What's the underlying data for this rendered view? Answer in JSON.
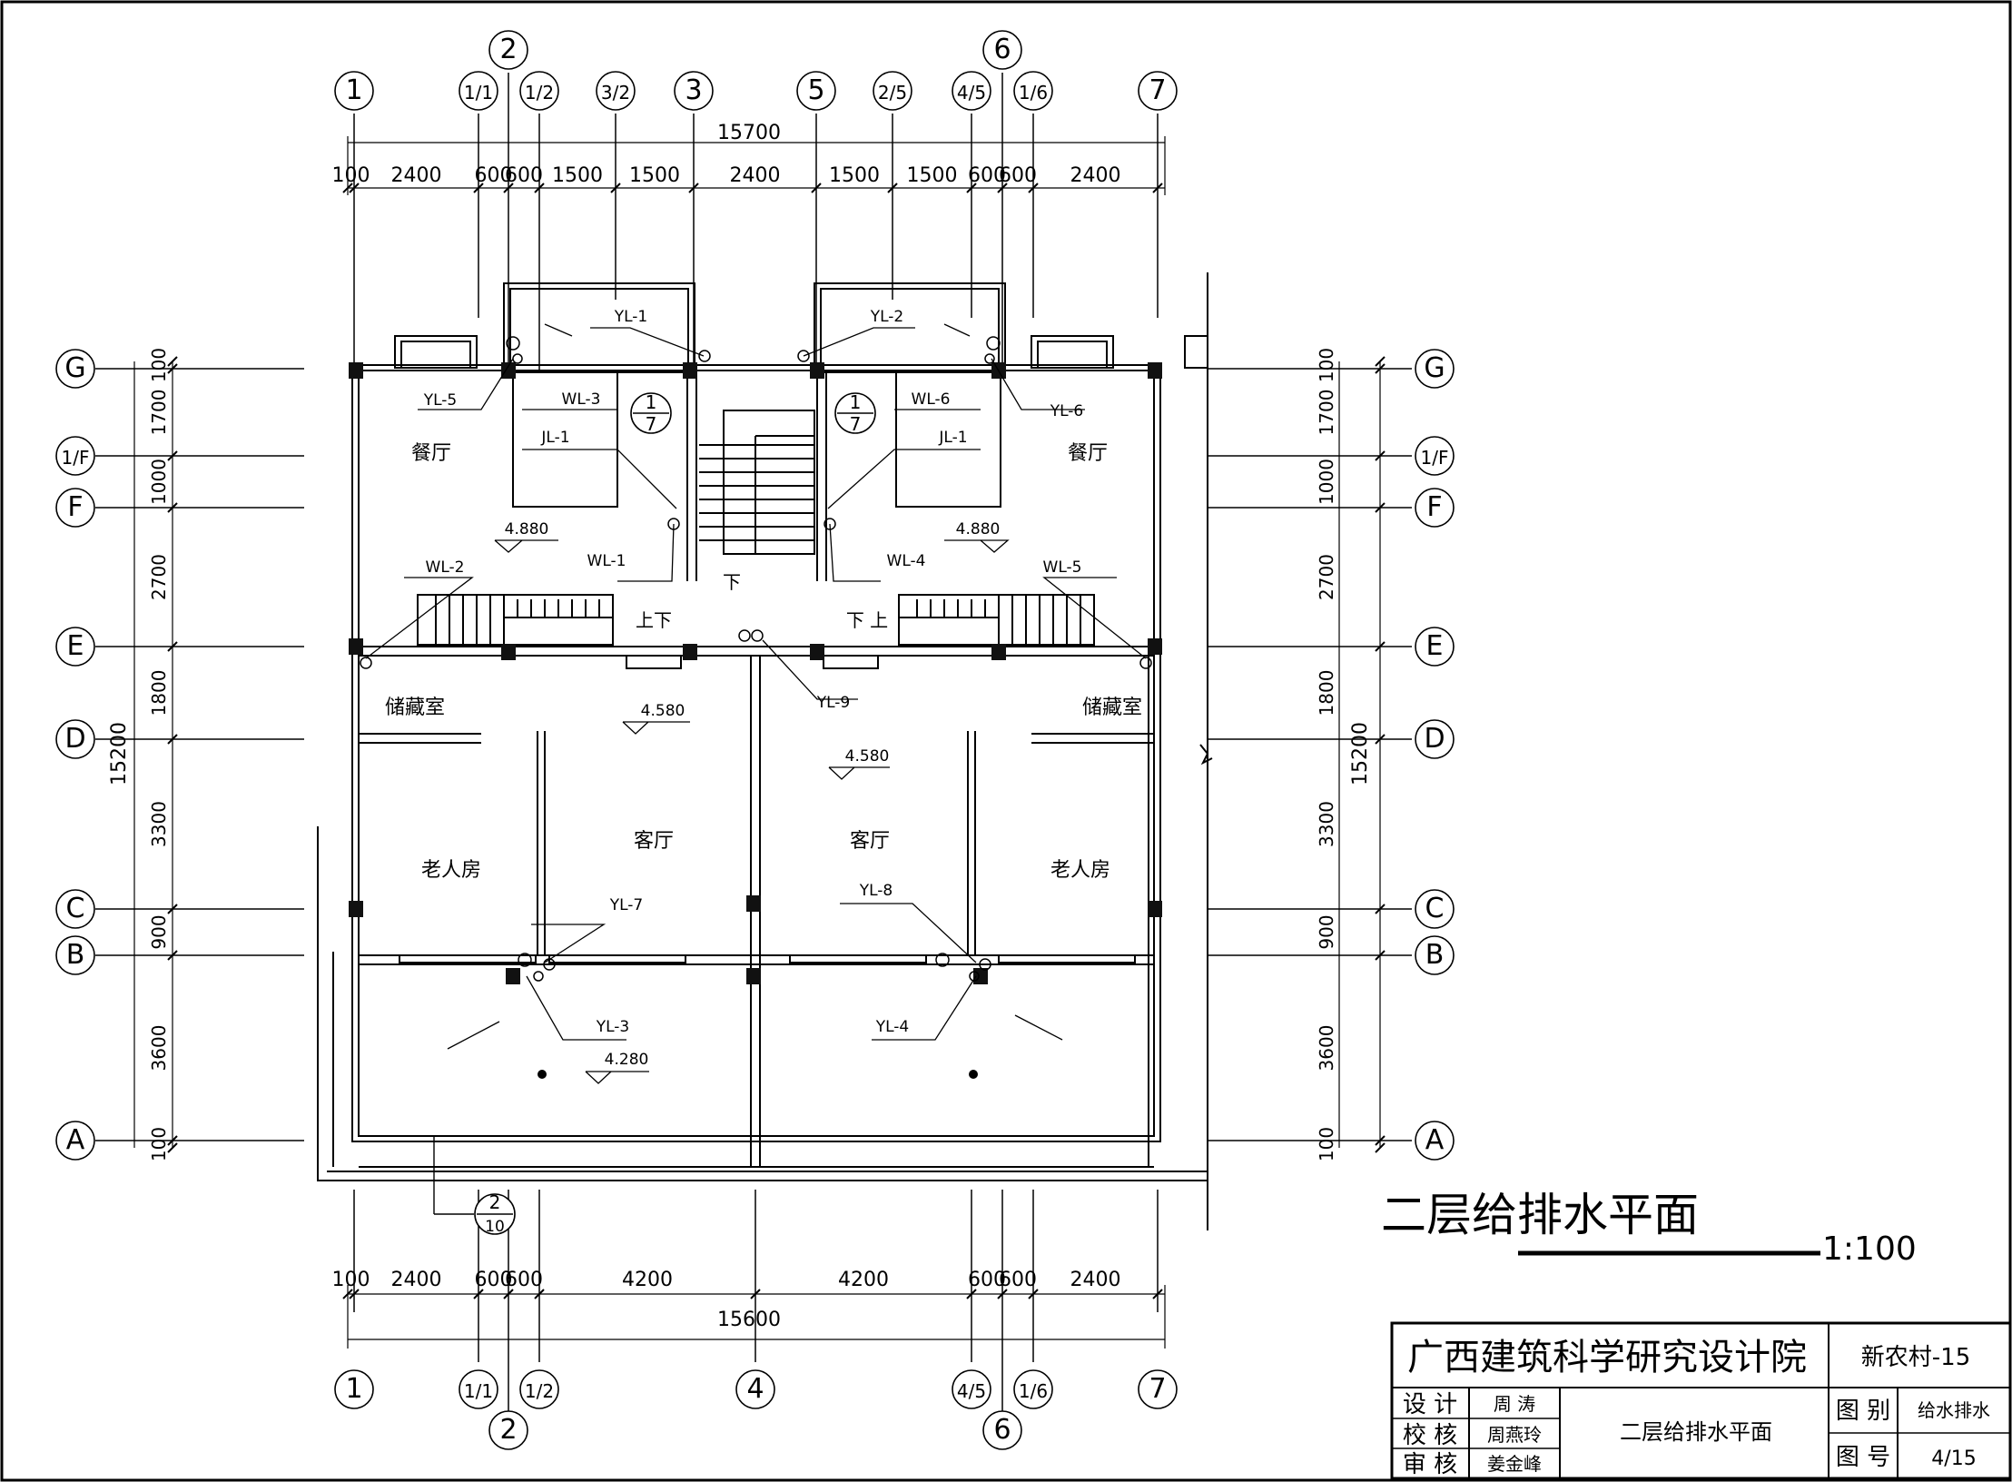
{
  "drawing": {
    "title": "二层给排水平面",
    "scale": "1:100"
  },
  "axes": {
    "top": [
      "1",
      "1/1",
      "2",
      "1/2",
      "3/2",
      "3",
      "5",
      "2/5",
      "6",
      "4/5",
      "1/6",
      "7"
    ],
    "bottom": [
      "1",
      "1/1",
      "2",
      "1/2",
      "4",
      "4/5",
      "6",
      "1/6",
      "7"
    ],
    "left": [
      "G",
      "1/F",
      "F",
      "E",
      "D",
      "C",
      "B",
      "A"
    ],
    "right": [
      "G",
      "1/F",
      "F",
      "E",
      "D",
      "C",
      "B",
      "A"
    ]
  },
  "dimensions": {
    "top_total": "15700",
    "top_segments": [
      "100",
      "2400",
      "600",
      "600",
      "1500",
      "1500",
      "2400",
      "1500",
      "1500",
      "600",
      "600",
      "2400"
    ],
    "bottom_total": "15600",
    "bottom_segments": [
      "100",
      "2400",
      "600",
      "600",
      "4200",
      "4200",
      "600",
      "600",
      "2400"
    ],
    "side_total": "15200",
    "side_segments": [
      "100",
      "1700",
      "1000",
      "2700",
      "1800",
      "3300",
      "900",
      "3600",
      "100"
    ]
  },
  "rooms": {
    "dining_left": "餐厅",
    "dining_right": "餐厅",
    "storage_left": "储藏室",
    "storage_right": "储藏室",
    "living_left": "客厅",
    "living_right": "客厅",
    "elder_left": "老人房",
    "elder_right": "老人房"
  },
  "stairs": {
    "up_down_left": "上下",
    "down_up_right": "下 上",
    "down_center": "下"
  },
  "elevations": {
    "dining_left": "4.880",
    "dining_right": "4.880",
    "living_left": "4.580",
    "living_right": "4.580",
    "balcony": "4.280"
  },
  "pipes": {
    "yl1": "YL-1",
    "yl2": "YL-2",
    "yl3": "YL-3",
    "yl4": "YL-4",
    "yl5": "YL-5",
    "yl6": "YL-6",
    "yl7": "YL-7",
    "yl8": "YL-8",
    "yl9": "YL-9",
    "wl1": "WL-1",
    "wl2": "WL-2",
    "wl3": "WL-3",
    "wl4": "WL-4",
    "wl5": "WL-5",
    "wl6": "WL-6",
    "jl1_left": "JL-1",
    "jl1_right": "JL-1"
  },
  "detail_refs": {
    "left": {
      "num": "1",
      "sheet": "7"
    },
    "right": {
      "num": "1",
      "sheet": "7"
    },
    "bottom": {
      "num": "2",
      "sheet": "10"
    }
  },
  "title_block": {
    "institute": "广西建筑科学研究设计院",
    "project": "新农村-15",
    "design_label": "设 计",
    "design_name": "周 涛",
    "check_label": "校 核",
    "check_name": "周燕玲",
    "review_label": "审 核",
    "review_name": "姜金峰",
    "drawing_name": "二层给排水平面",
    "category_label": "图 别",
    "category_value": "给水排水",
    "number_label": "图 号",
    "number_value": "4/15"
  }
}
